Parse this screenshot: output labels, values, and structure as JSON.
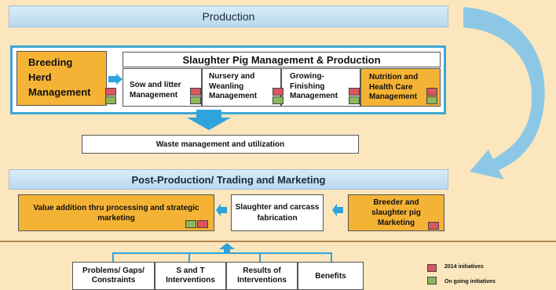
{
  "production_label": "Production",
  "breeding_label": "Breeding Herd Management",
  "slaughter_title": "Slaughter Pig Management & Production",
  "stages": [
    "Sow and litter Management",
    "Nursery and Weanling Management",
    "Growing-Finishing Management",
    "Nutrition and Health Care Management"
  ],
  "waste_label": "Waste management and utilization",
  "post_label": "Post-Production/ Trading and Marketing",
  "value_label": "Value addition thru processing and strategic marketing",
  "slaughter_carcass_label": "Slaughter and carcass fabrication",
  "breeder_label": "Breeder and slaughter pig Marketing",
  "bottom": [
    "Problems/ Gaps/ Constraints",
    "S and T Interventions",
    "Results of Interventions",
    "Benefits"
  ],
  "legend": {
    "initiatives_2014": "2014 initiatives",
    "ongoing": "On going initiatives"
  },
  "colors": {
    "background": "#fbe6bd",
    "orange": "#f5b335",
    "blue_bar": "#c6e0f3",
    "arrow": "#2ea3dc",
    "red_flag": "#d9555f",
    "green_flag": "#8cb85a"
  }
}
